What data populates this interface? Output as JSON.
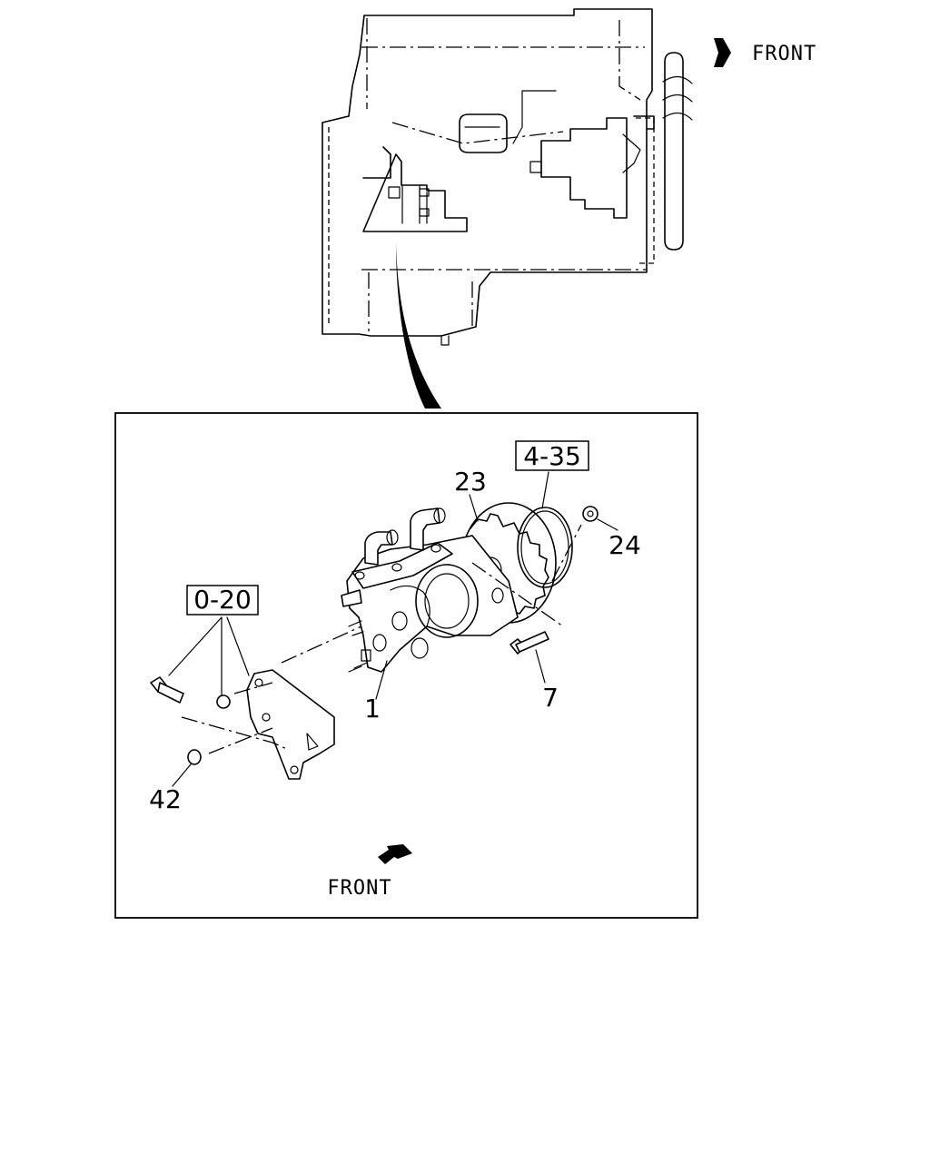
{
  "top_view": {
    "direction_label": "FRONT",
    "arrow_icon": "filled-right-arrow-icon"
  },
  "detail_view": {
    "direction_label": "FRONT",
    "arrow_icon": "filled-down-left-arrow-icon",
    "callouts": [
      {
        "id": "ref_4_35",
        "text": "4-35",
        "boxed": true
      },
      {
        "id": "part_23",
        "text": "23",
        "boxed": false
      },
      {
        "id": "part_24",
        "text": "24",
        "boxed": false
      },
      {
        "id": "ref_0_20",
        "text": "0-20",
        "boxed": true
      },
      {
        "id": "part_1",
        "text": "1",
        "boxed": false
      },
      {
        "id": "part_7",
        "text": "7",
        "boxed": false
      },
      {
        "id": "part_42",
        "text": "42",
        "boxed": false
      }
    ]
  }
}
